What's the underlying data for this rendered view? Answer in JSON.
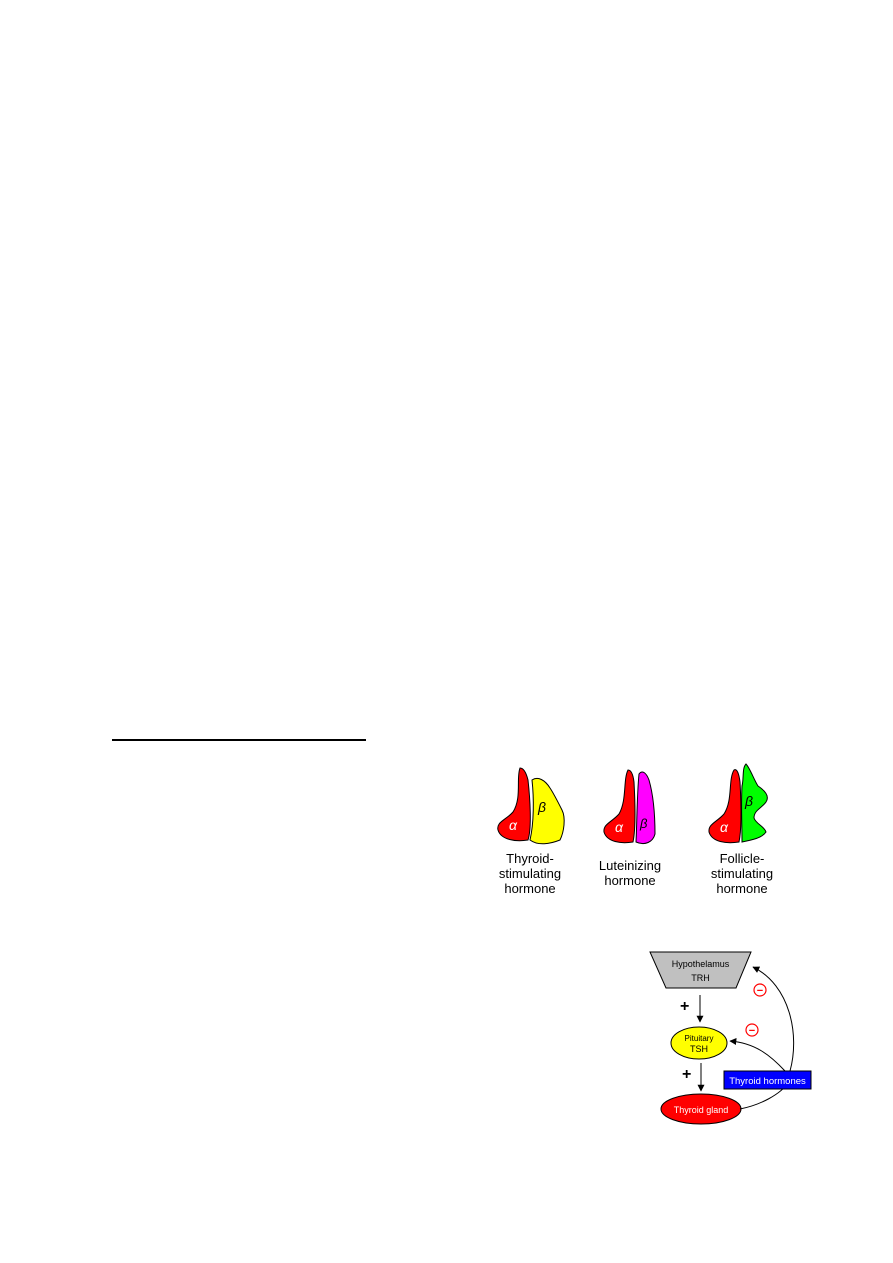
{
  "hormones": [
    {
      "name": "Thyroid-\nstimulating\nhormone",
      "alpha_symbol": "α",
      "beta_symbol": "β",
      "alpha_color": "#ff0000",
      "beta_color": "#ffff00"
    },
    {
      "name": "Luteinizing\nhormone",
      "alpha_symbol": "α",
      "beta_symbol": "β",
      "alpha_color": "#ff0000",
      "beta_color": "#ff00ff"
    },
    {
      "name": "Follicle-\nstimulating\nhormone",
      "alpha_symbol": "α",
      "beta_symbol": "β",
      "alpha_color": "#ff0000",
      "beta_color": "#00ff00"
    }
  ],
  "axis_diagram": {
    "hypothalamus": {
      "line1": "Hypothelamus",
      "line2": "TRH",
      "color": "#c0c0c0"
    },
    "pituitary": {
      "line1": "Pituitary",
      "line2": "TSH",
      "color": "#ffff00"
    },
    "thyroid": {
      "label": "Thyroid gland",
      "color": "#ff0000"
    },
    "hormones_box": {
      "label": "Thyroid hormones",
      "color": "#0000ff"
    },
    "plus_sign": "+",
    "minus_sign": "−",
    "minus_color": "#ff0000"
  }
}
